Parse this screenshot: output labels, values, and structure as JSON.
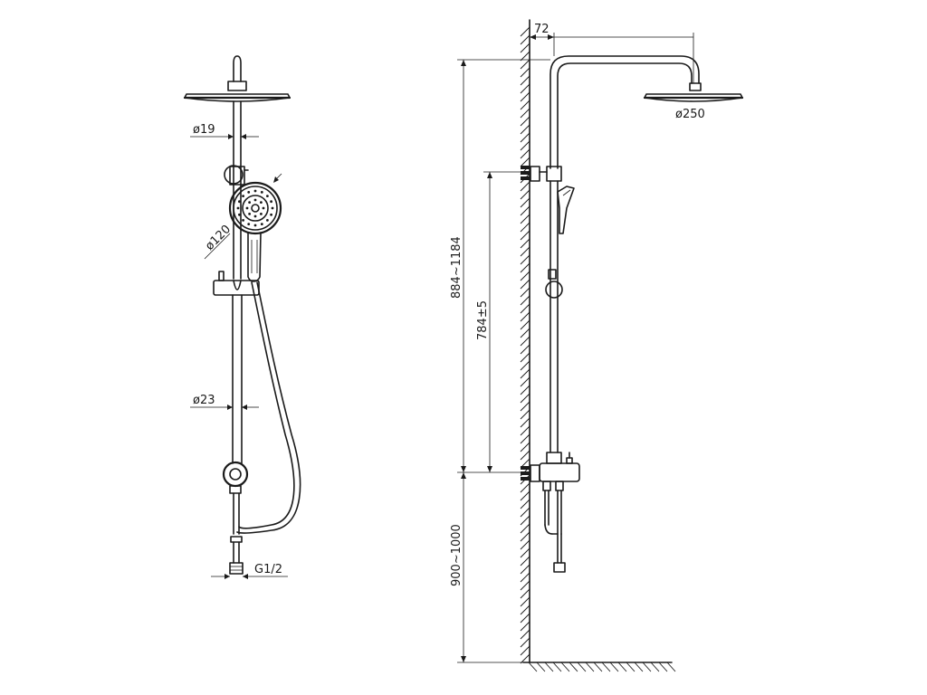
{
  "front_view": {
    "pipe_diameter_label": "ø19",
    "handshower_diameter_label": "ø120",
    "lower_pipe_diameter_label": "ø23",
    "inlet_thread_label": "G1/2"
  },
  "side_view": {
    "wall_offset_label": "72",
    "head_diameter_label": "ø250",
    "total_height_range_label": "884~1184",
    "center_distance_label": "784±5",
    "mount_height_label": "900~1000"
  },
  "colors": {
    "line": "#1a1a1a",
    "background": "#ffffff"
  }
}
